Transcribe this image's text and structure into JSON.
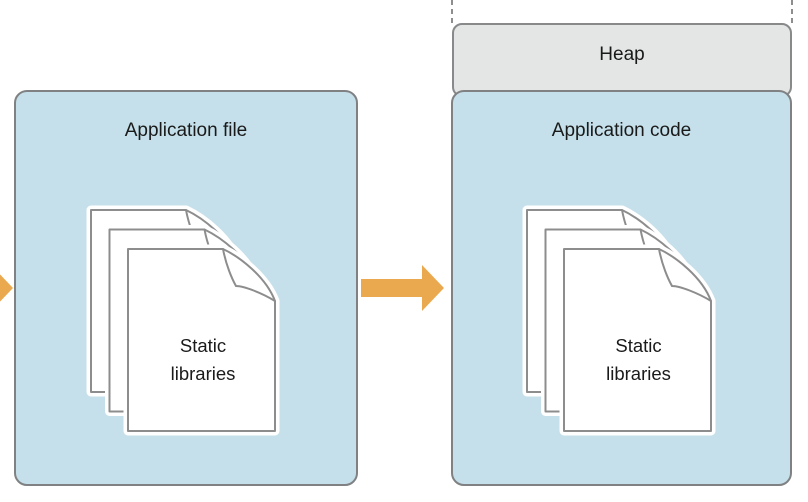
{
  "colors": {
    "box_fill": "#c5e0ea",
    "box_border": "#7f8183",
    "heap_fill": "#e4e5e5",
    "heap_border": "#87898b",
    "arrow": "#eba94f",
    "page_border": "#8d8d8d",
    "dash": "#8e8e8e",
    "text": "#1a1a1a"
  },
  "heap": {
    "label": "Heap"
  },
  "left_box": {
    "title": "Application file"
  },
  "right_box": {
    "title": "Application code"
  },
  "stack": {
    "label": "Static libraries"
  }
}
